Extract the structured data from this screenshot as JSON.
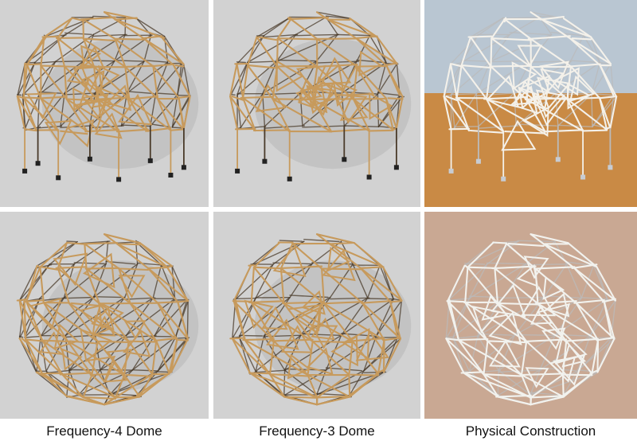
{
  "captions": [
    "Frequency-4 Dome",
    "Frequency-3 Dome",
    "Physical Construction"
  ],
  "panels": [
    {
      "id": "r0c0",
      "kind": "render",
      "shape": "dome",
      "struts": 34,
      "seed": 11,
      "background": "#d2d2d2",
      "strut_color": "#c79a5c",
      "dark_strut_color": "#4a3b2a"
    },
    {
      "id": "r0c1",
      "kind": "render",
      "shape": "dome",
      "struts": 26,
      "seed": 23,
      "background": "#d2d2d2",
      "strut_color": "#c79a5c",
      "dark_strut_color": "#4a3b2a"
    },
    {
      "id": "r0c2",
      "kind": "photo",
      "shape": "dome",
      "struts": 26,
      "seed": 37,
      "background": "#b9c6d2",
      "floor_color": "#c98a45",
      "strut_color": "#f4f1ea"
    },
    {
      "id": "r1c0",
      "kind": "render",
      "shape": "sphere",
      "struts": 34,
      "seed": 41,
      "background": "#d2d2d2",
      "strut_color": "#c79a5c",
      "dark_strut_color": "#4a3b2a"
    },
    {
      "id": "r1c1",
      "kind": "render",
      "shape": "sphere",
      "struts": 26,
      "seed": 53,
      "background": "#d2d2d2",
      "strut_color": "#c79a5c",
      "dark_strut_color": "#4a3b2a"
    },
    {
      "id": "r1c2",
      "kind": "photo",
      "shape": "sphere",
      "struts": 26,
      "seed": 67,
      "background": "#c9a893",
      "strut_color": "#f2f2ee"
    }
  ]
}
